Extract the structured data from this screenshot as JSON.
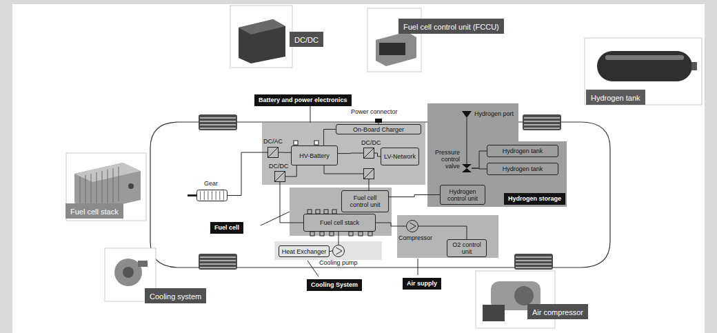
{
  "diagram": {
    "nodes": [
      {
        "text": [
          "DC/DC"
        ]
      },
      {
        "text": [
          "Fuel cell control unit (FCCU)"
        ]
      },
      {
        "text": [
          "Hydrogen tank"
        ]
      },
      {
        "text": [
          "Battery and power electronics"
        ]
      },
      {
        "text": [
          "On-Board Charger"
        ],
        "in": 3
      },
      {
        "text": [
          "HV-Battery"
        ],
        "in": 3
      },
      {
        "text": [
          "DC/AC"
        ],
        "in": 3
      },
      {
        "text": [
          "DC/DC"
        ],
        "in": 3
      },
      {
        "text": [
          "LV-Network"
        ],
        "in": 3
      },
      {
        "text": [
          "DC/DC"
        ],
        "in": 3
      },
      {
        "text": [
          "Power connector"
        ]
      },
      {
        "text": [
          "Hydrogen storage"
        ]
      },
      {
        "text": [
          "Hydrogen port"
        ],
        "in": 11
      },
      {
        "text": [
          "Pressure control valve"
        ],
        "in": 11
      },
      {
        "text": [
          "Hydrogen tank"
        ],
        "in": 11
      },
      {
        "text": [
          "Hydrogen tank"
        ],
        "in": 11
      },
      {
        "text": [
          "Hydrogen control unit"
        ],
        "in": 11
      },
      {
        "text": [
          "Fuel cell stack"
        ]
      },
      {
        "text": [
          "Gear"
        ]
      },
      {
        "text": [
          "Fuel cell"
        ]
      },
      {
        "text": [
          "Fuel cell control unit"
        ],
        "in": 19
      },
      {
        "text": [
          "Fuel cell stack"
        ],
        "in": 19
      },
      {
        "text": [
          "Cooling System"
        ]
      },
      {
        "text": [
          "Heat Exchanger"
        ],
        "in": 22
      },
      {
        "text": [
          "Cooling pump"
        ],
        "in": 22
      },
      {
        "text": [
          "Air supply"
        ]
      },
      {
        "text": [
          "Compressor"
        ],
        "in": 25
      },
      {
        "text": [
          "O2 control unit"
        ],
        "in": 25
      },
      {
        "text": [
          "Cooling system"
        ]
      },
      {
        "text": [
          "Air compressor"
        ]
      }
    ],
    "edges": [
      {
        "from": 10,
        "to": 4,
        "arrow": "none"
      },
      {
        "from": 5,
        "to": 4,
        "arrow": "none"
      },
      {
        "from": 5,
        "to": 6,
        "arrow": "none"
      },
      {
        "from": 6,
        "to": 18,
        "arrow": "none"
      },
      {
        "from": 5,
        "to": 9,
        "arrow": "none"
      },
      {
        "from": 9,
        "to": 21,
        "arrow": "none"
      },
      {
        "from": 5,
        "to": 7,
        "arrow": "none"
      },
      {
        "from": 7,
        "to": 8,
        "arrow": "none"
      },
      {
        "from": 20,
        "to": 16,
        "arrow": "none"
      },
      {
        "from": 26,
        "to": 21,
        "arrow": "none"
      },
      {
        "from": 26,
        "to": 27,
        "arrow": "none"
      },
      {
        "from": 24,
        "to": 23,
        "arrow": "none"
      },
      {
        "from": 24,
        "to": 21,
        "arrow": "none"
      },
      {
        "from": 12,
        "to": 13,
        "arrow": "none"
      },
      {
        "from": 13,
        "to": 14,
        "arrow": "none"
      },
      {
        "from": 13,
        "to": 15,
        "arrow": "none"
      }
    ]
  }
}
